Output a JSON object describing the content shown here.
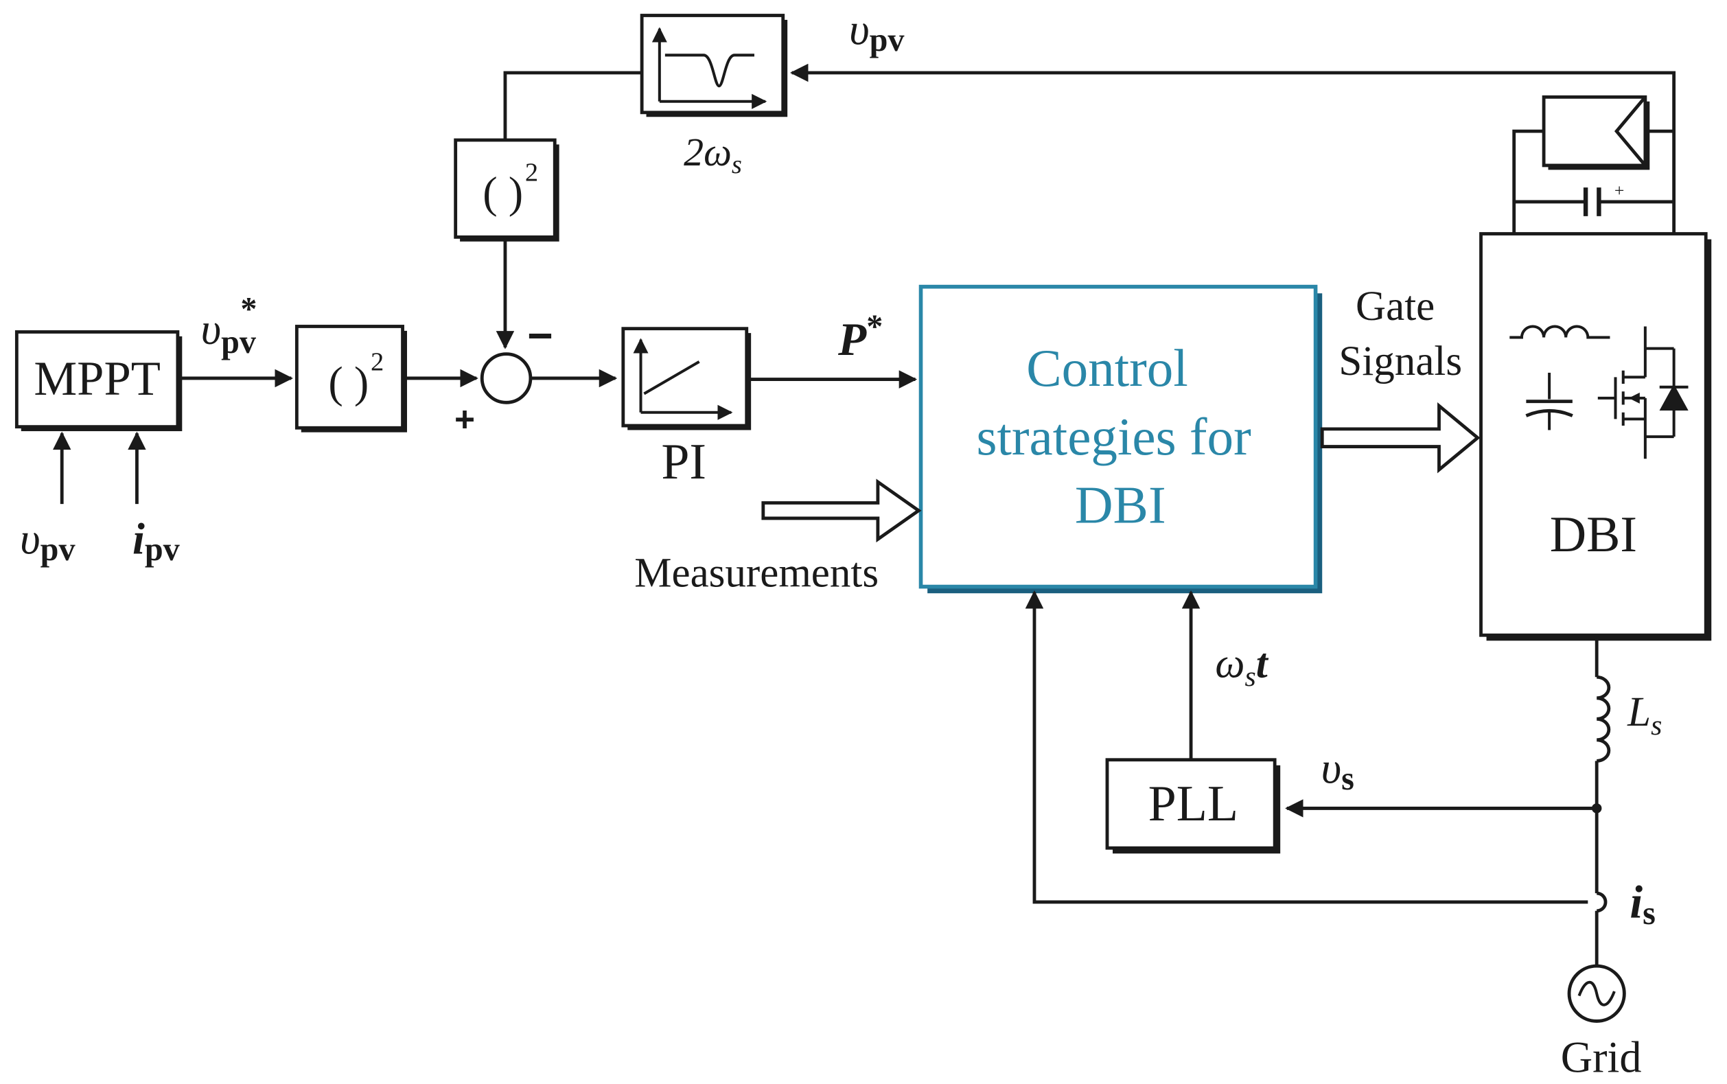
{
  "diagram": {
    "colors": {
      "stroke": "#1a1a1a",
      "accent": "#2a87a8",
      "background": "#ffffff"
    },
    "blocks": {
      "mppt": {
        "label": "MPPT"
      },
      "square_ref": {
        "label": "( )",
        "exponent": "2"
      },
      "square_fb": {
        "label": "( )",
        "exponent": "2"
      },
      "notch_filter": {
        "caption": "2ω",
        "caption_sub": "s",
        "icon": "notch-response-icon"
      },
      "pi_controller": {
        "label": "PI",
        "icon": "ramp-response-icon"
      },
      "control": {
        "lines": [
          "Control",
          "strategies for",
          "DBI"
        ]
      },
      "dbi": {
        "label": "DBI"
      },
      "pll": {
        "label": "PLL"
      },
      "grid": {
        "label": "Grid",
        "icon": "ac-source-icon"
      }
    },
    "signals": {
      "mppt_in_v": {
        "main": "υ",
        "sub": "pv"
      },
      "mppt_in_i": {
        "main": "i",
        "sub": "pv"
      },
      "v_ref": {
        "main": "υ",
        "sub": "pv",
        "sup": "*"
      },
      "v_feedback": {
        "main": "υ",
        "sub": "pv"
      },
      "sum_plus": "+",
      "sum_minus": "−",
      "p_ref": {
        "main": "P",
        "sup": "*"
      },
      "measurements": "Measurements",
      "gate_signals": [
        "Gate",
        "Signals"
      ],
      "omega_t": {
        "main": "ω",
        "sub": "s",
        "tail": "t"
      },
      "v_s": {
        "main": "υ",
        "sub": "s"
      },
      "i_s": {
        "main": "i",
        "sub": "s"
      },
      "l_s": {
        "main": "L",
        "sub": "s"
      },
      "cap_plus": "+"
    }
  }
}
